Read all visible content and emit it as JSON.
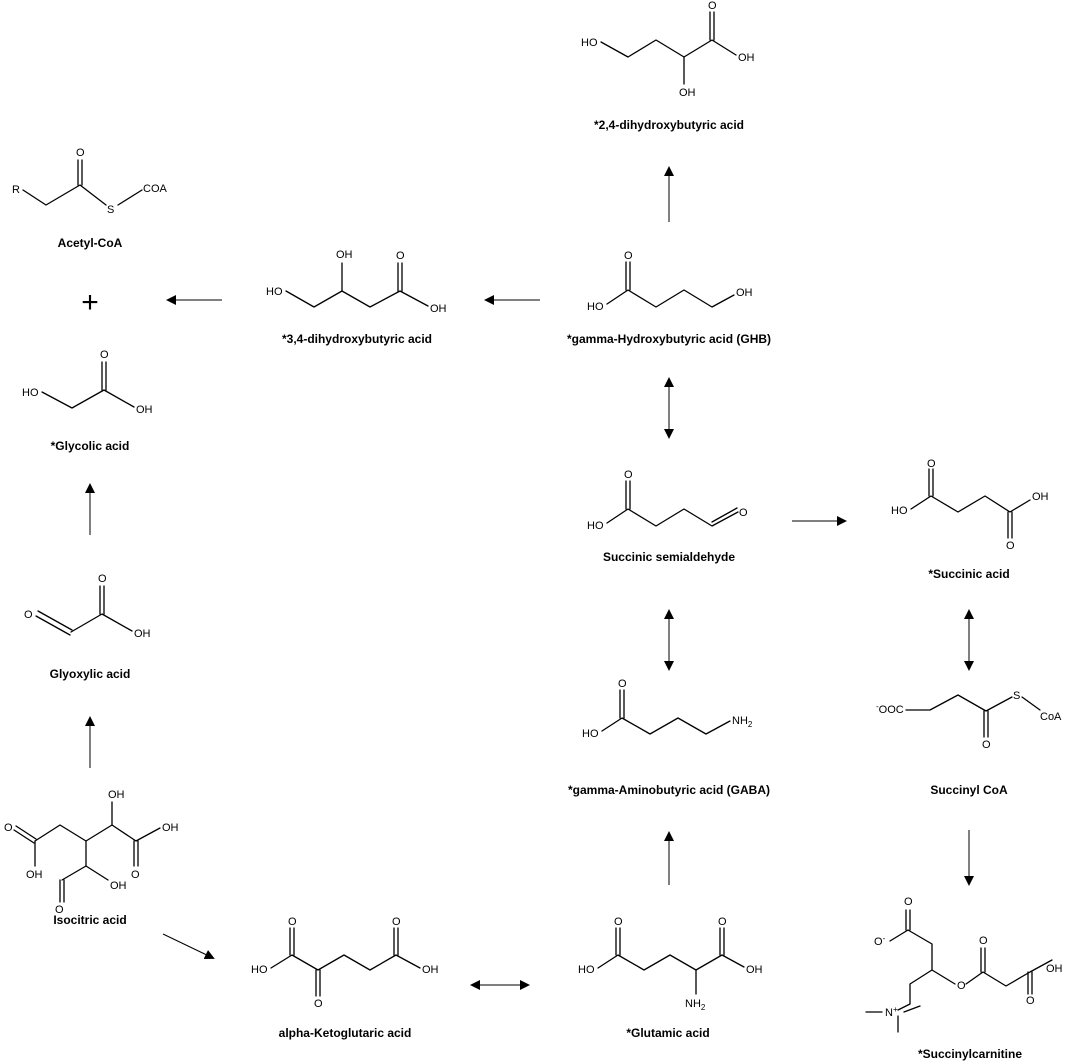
{
  "compounds": {
    "acetyl_coa": "Acetyl-CoA",
    "glycolic": "*Glycolic acid",
    "glyoxylic": "Glyoxylic acid",
    "isocitric": "Isocitric acid",
    "akg": "alpha-Ketoglutaric acid",
    "dhba34": "*3,4-dihydroxybutyric acid",
    "dhba24": "*2,4-dihydroxybutyric acid",
    "ghb": "*gamma-Hydroxybutyric acid (GHB)",
    "ssa": "Succinic semialdehyde",
    "succinic": "*Succinic acid",
    "gaba": "*gamma-Aminobutyric acid (GABA)",
    "glutamic": "*Glutamic acid",
    "succinyl_coa": "Succinyl CoA",
    "succinylcarnitine": "*Succinylcarnitine"
  },
  "symbols": {
    "plus": "+"
  },
  "atoms": {
    "R": "R",
    "S": "S",
    "COA": "COA",
    "CoA": "CoA",
    "O": "O",
    "OH": "OH",
    "HO": "HO",
    "NH2": "NH",
    "N": "N",
    "OOC": "OOC",
    "minus": "-",
    "plus": "+",
    "two": "2"
  }
}
